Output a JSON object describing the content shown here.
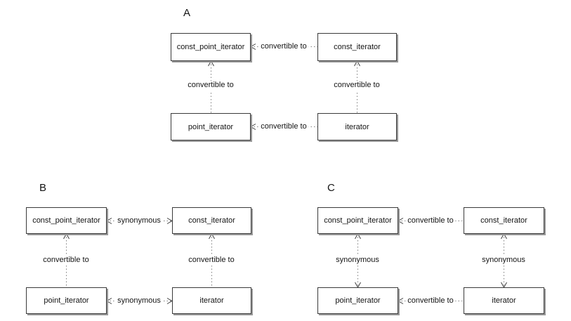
{
  "colors": {
    "background": "#ffffff",
    "box_border": "#3a3a3a",
    "box_shadow": "#9a9a9a",
    "dotted_line": "#7f7f7f",
    "arrowhead": "#3d3d3d",
    "text": "#141414"
  },
  "diagrams": [
    {
      "label": "A",
      "boxes": [
        {
          "label": "const_point_iterator"
        },
        {
          "label": "const_iterator"
        },
        {
          "label": "point_iterator"
        },
        {
          "label": "iterator"
        }
      ],
      "edges": [
        {
          "label": "convertible to",
          "from": "const_iterator",
          "to": "const_point_iterator",
          "arrows": "left"
        },
        {
          "label": "convertible to",
          "from": "point_iterator",
          "to": "const_point_iterator",
          "arrows": "up"
        },
        {
          "label": "convertible to",
          "from": "iterator",
          "to": "const_iterator",
          "arrows": "up"
        },
        {
          "label": "convertible to",
          "from": "iterator",
          "to": "point_iterator",
          "arrows": "left"
        }
      ]
    },
    {
      "label": "B",
      "boxes": [
        {
          "label": "const_point_iterator"
        },
        {
          "label": "const_iterator"
        },
        {
          "label": "point_iterator"
        },
        {
          "label": "iterator"
        }
      ],
      "edges": [
        {
          "label": "synonymous",
          "from": "const_point_iterator",
          "to": "const_iterator",
          "arrows": "both"
        },
        {
          "label": "convertible to",
          "from": "point_iterator",
          "to": "const_point_iterator",
          "arrows": "up"
        },
        {
          "label": "convertible to",
          "from": "iterator",
          "to": "const_iterator",
          "arrows": "up"
        },
        {
          "label": "synonymous",
          "from": "point_iterator",
          "to": "iterator",
          "arrows": "both"
        }
      ]
    },
    {
      "label": "C",
      "boxes": [
        {
          "label": "const_point_iterator"
        },
        {
          "label": "const_iterator"
        },
        {
          "label": "point_iterator"
        },
        {
          "label": "iterator"
        }
      ],
      "edges": [
        {
          "label": "convertible to",
          "from": "const_iterator",
          "to": "const_point_iterator",
          "arrows": "left"
        },
        {
          "label": "synonymous",
          "from": "point_iterator",
          "to": "const_point_iterator",
          "arrows": "both"
        },
        {
          "label": "synonymous",
          "from": "iterator",
          "to": "const_iterator",
          "arrows": "both"
        },
        {
          "label": "convertible to",
          "from": "iterator",
          "to": "point_iterator",
          "arrows": "left"
        }
      ]
    }
  ]
}
